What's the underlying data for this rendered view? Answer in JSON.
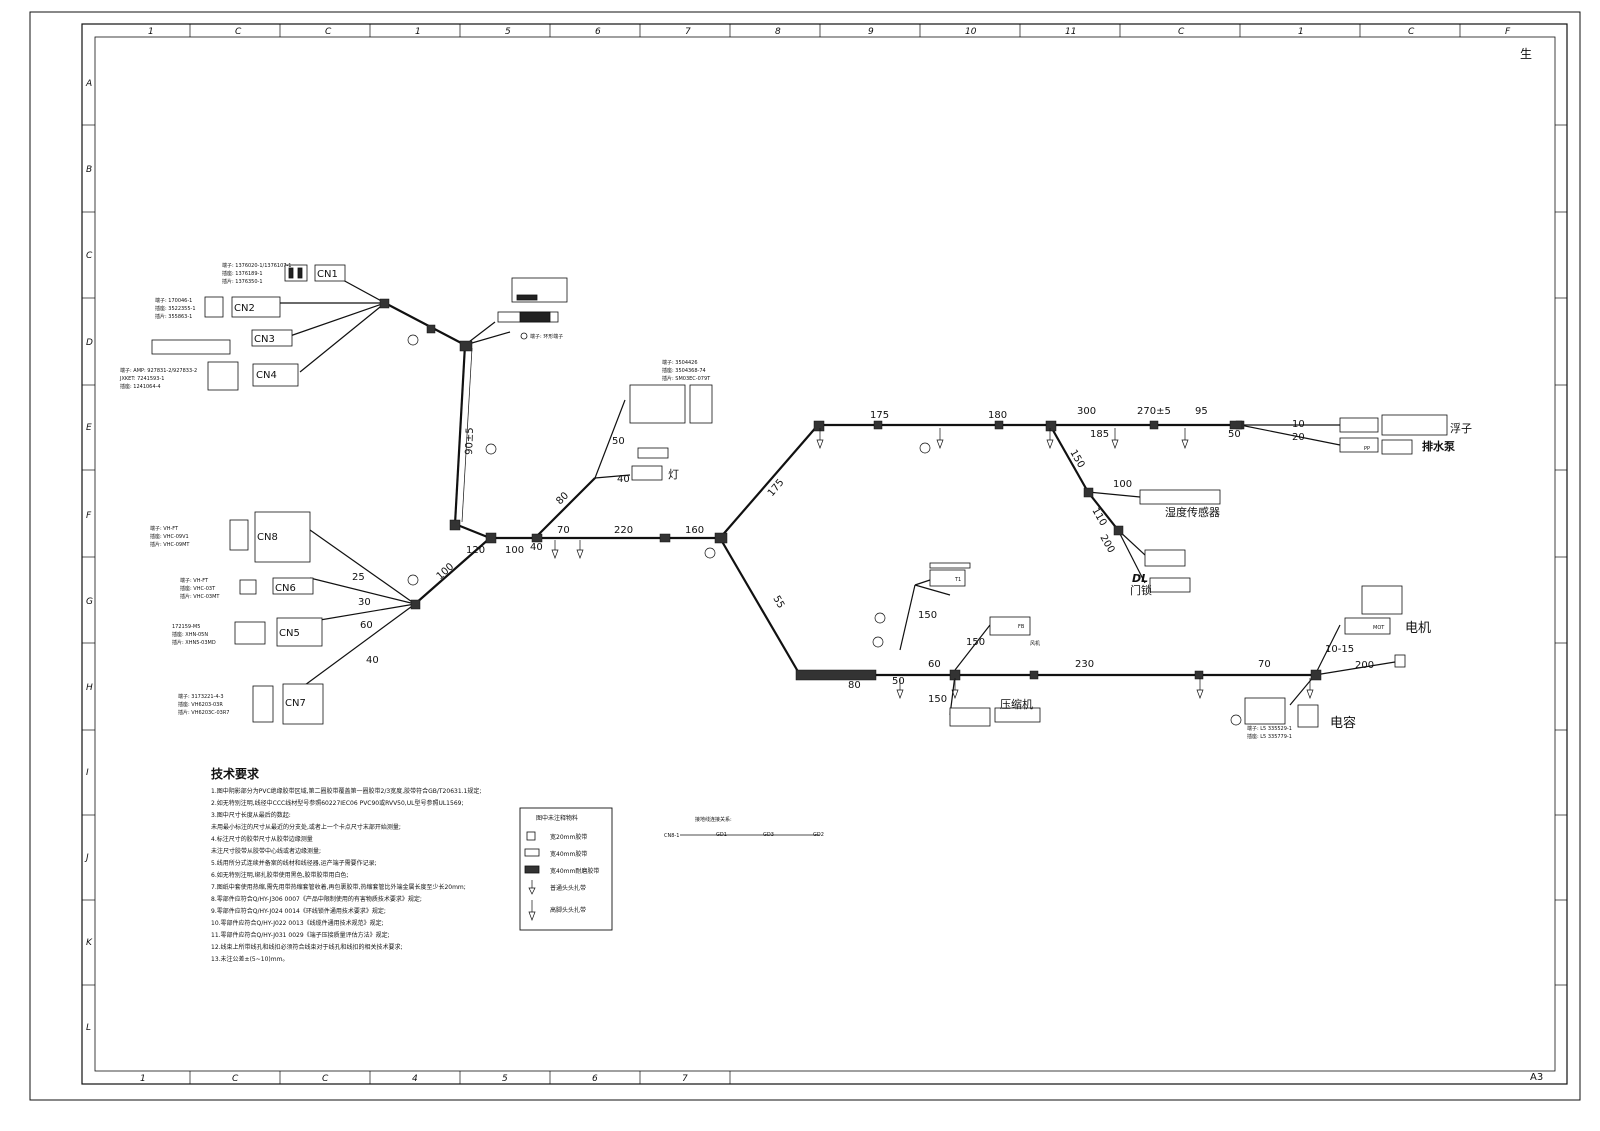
{
  "sheet": {
    "size": "A3",
    "corner_mark": "生",
    "zones_top": [
      "1",
      "C",
      "C",
      "1",
      "5",
      "6",
      "7",
      "8",
      "9",
      "10",
      "11",
      "C",
      "1",
      "C",
      "F"
    ],
    "zones_bottom": [
      "1",
      "C",
      "C",
      "4",
      "5",
      "6",
      "7"
    ],
    "rows_left": [
      "A",
      "B",
      "C",
      "D",
      "E",
      "F",
      "G",
      "H",
      "I",
      "J",
      "K",
      "L"
    ]
  },
  "connectors": {
    "cn1": "CN1",
    "cn2": "CN2",
    "cn3": "CN3",
    "cn4": "CN4",
    "cn5": "CN5",
    "cn6": "CN6",
    "cn7": "CN7",
    "cn8": "CN8",
    "t1": "T1",
    "fb": "FB",
    "dl": "DL",
    "mot": "MOT",
    "pp": "PP"
  },
  "notes": {
    "left_cn8_1": "端子: VH-FT",
    "left_cn8_2": "插座: VHC-09V1",
    "left_cn8_3": "插片: VHC-09MT",
    "left_cn6_1": "端子: VH-FT",
    "left_cn6_2": "插座: VHC-03T",
    "left_cn6_3": "插片: VHC-03MT",
    "left_cn5_1": "172159-M5",
    "left_cn5_2": "插座: XHN-05N",
    "left_cn5_3": "插片: XHN5-03MD",
    "left_cn7_1": "端子: 3173221-4-3",
    "left_cn7_2": "插座: VH6203-03R",
    "left_cn7_3": "插片: VH6203C-03R7",
    "top_cn1_1": "端子: 1376020-1/1376107-1",
    "top_cn1_2": "插座: 1376189-1",
    "top_cn1_3": "插片: 1376350-1",
    "top_cn2_1": "端子: 170046-1",
    "top_cn2_2": "插座: 3522355-1",
    "top_cn2_3": "插片: 355863-1",
    "top_cn4_1": "端子: AMP: 927831-2/927833-2",
    "top_cn4_2": "JXKET: 7241593-1",
    "top_cn4_3": "插座: 1241064-4",
    "ring_terminal": "端子: 环形端子",
    "cn4_right_1": "端子: 3504426",
    "cn4_right_2": "插座: 3504368-74",
    "cn4_right_3": "插片: SM03EC-079T"
  },
  "labels": {
    "lamp": "灯",
    "float": "浮子",
    "drain_pump": "排水泵",
    "humidity_sensor": "湿度传感器",
    "door_lock": "门锁",
    "motor": "电机",
    "capacitor": "电容",
    "compressor": "压缩机",
    "fan": "风机",
    "cap_terminal": "端子: L5 335529-1",
    "cap_housing": "插座: L5 335779-1"
  },
  "dimensions": {
    "d90": "90±5",
    "d100a": "100",
    "d100b": "100",
    "d120": "120",
    "d70": "70",
    "d220": "220",
    "d160": "160",
    "d80": "80",
    "d40": "40",
    "d50": "50",
    "d175a": "175",
    "d175b": "175",
    "d180a": "180",
    "d300": "300",
    "d270": "270±5",
    "d95": "95",
    "d185": "185",
    "d50b": "50",
    "d10": "10",
    "d20": "20",
    "d150": "150",
    "d100c": "100",
    "d110": "110",
    "d200": "200",
    "d55": "55",
    "d80b": "80",
    "d60": "60",
    "d230": "230",
    "d70b": "70",
    "d1015": "10-15",
    "d200b": "200",
    "d150b": "150",
    "d150c": "150",
    "d150d": "150",
    "d25": "25",
    "d30": "30",
    "d60b": "60",
    "d40b": "40",
    "d50c": "50",
    "d40c": "40"
  },
  "tech": {
    "title": "技术要求",
    "lines": [
      "1.图中阴影部分为PVC绝缘胶带区域,第二圈胶带覆盖第一圈胶带2/3宽度,胶带符合GB/T20631.1规定;",
      "2.如无特别注明,线径中CCC线材型号参照60227IEC06 PVC90或RVV50,UL型号参照UL1569;",
      "3.图中尺寸长度从最后的数起:",
      "   未用最小标注的尺寸从最近的分支处,或者上一个卡点尺寸末部开始测量;",
      "4.标注尺寸的胶带尺寸从胶带边缘测量",
      "   未注尺寸胶带从胶带中心线或者边缘测量;",
      "5.线用所分式连续并备案的线材和线径器,运产端子需要作记录;",
      "6.如无特别注明,绑扎胶带使用黑色,胶带胶带用白色;",
      "7.图纸中套使用热缩,需先用带热缩套管收着,再包裹胶带,热缩套管比外端金属长度至少长20mm;",
      "8.零部件应符合Q/HY-J306 0007《产品中限制使用的有害物质技术要求》规定;",
      "9.零部件应符合Q/HY-J024 0014《环线锁件通用技术要求》规定;",
      "10.零部件应符合Q/HY-J022 0013《线缆件通用技术规范》规定;",
      "11.零部件应符合Q/HY-J031 0029《端子压接质量评估方法》规定;",
      "12.线束上所带线孔和线扣必须符合线束对于线孔和线扣的相关技术要求;",
      "13.未注公差±(5~10)mm。"
    ]
  },
  "legend": {
    "title": "图中未注释物料",
    "items": [
      "宽20mm胶带",
      "宽40mm胶带",
      "宽40mm耐磨胶带",
      "普通头头扎带",
      "高脚头头扎带"
    ]
  },
  "ground_chain": {
    "title": "接地线连接关系:",
    "nodes": [
      "CN8-1",
      "GD1",
      "GD3",
      "GD2"
    ]
  }
}
